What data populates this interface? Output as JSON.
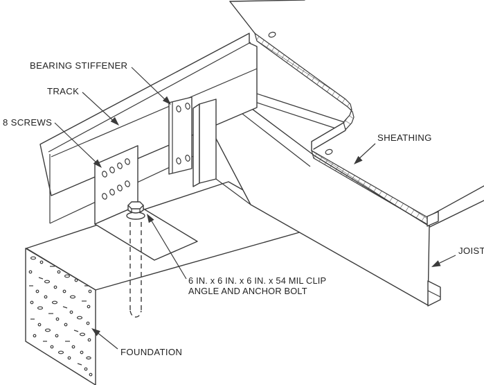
{
  "figure": {
    "type": "isometric technical line drawing",
    "subject": "Steel joist, track and clip-angle connection to foundation",
    "background_color": "#ffffff",
    "line_color": "#3a3a3a",
    "text_color": "#222222",
    "labels": {
      "bearing_stiffener": "BEARING STIFFENER",
      "track": "TRACK",
      "screws": "8 SCREWS",
      "sheathing": "SHEATHING",
      "joist": "JOIST",
      "clip_angle_line1": "6 IN. x 6 IN. x 6 IN. x 54 MIL CLIP",
      "clip_angle_line2": "ANGLE AND ANCHOR BOLT",
      "foundation": "FOUNDATION"
    }
  }
}
